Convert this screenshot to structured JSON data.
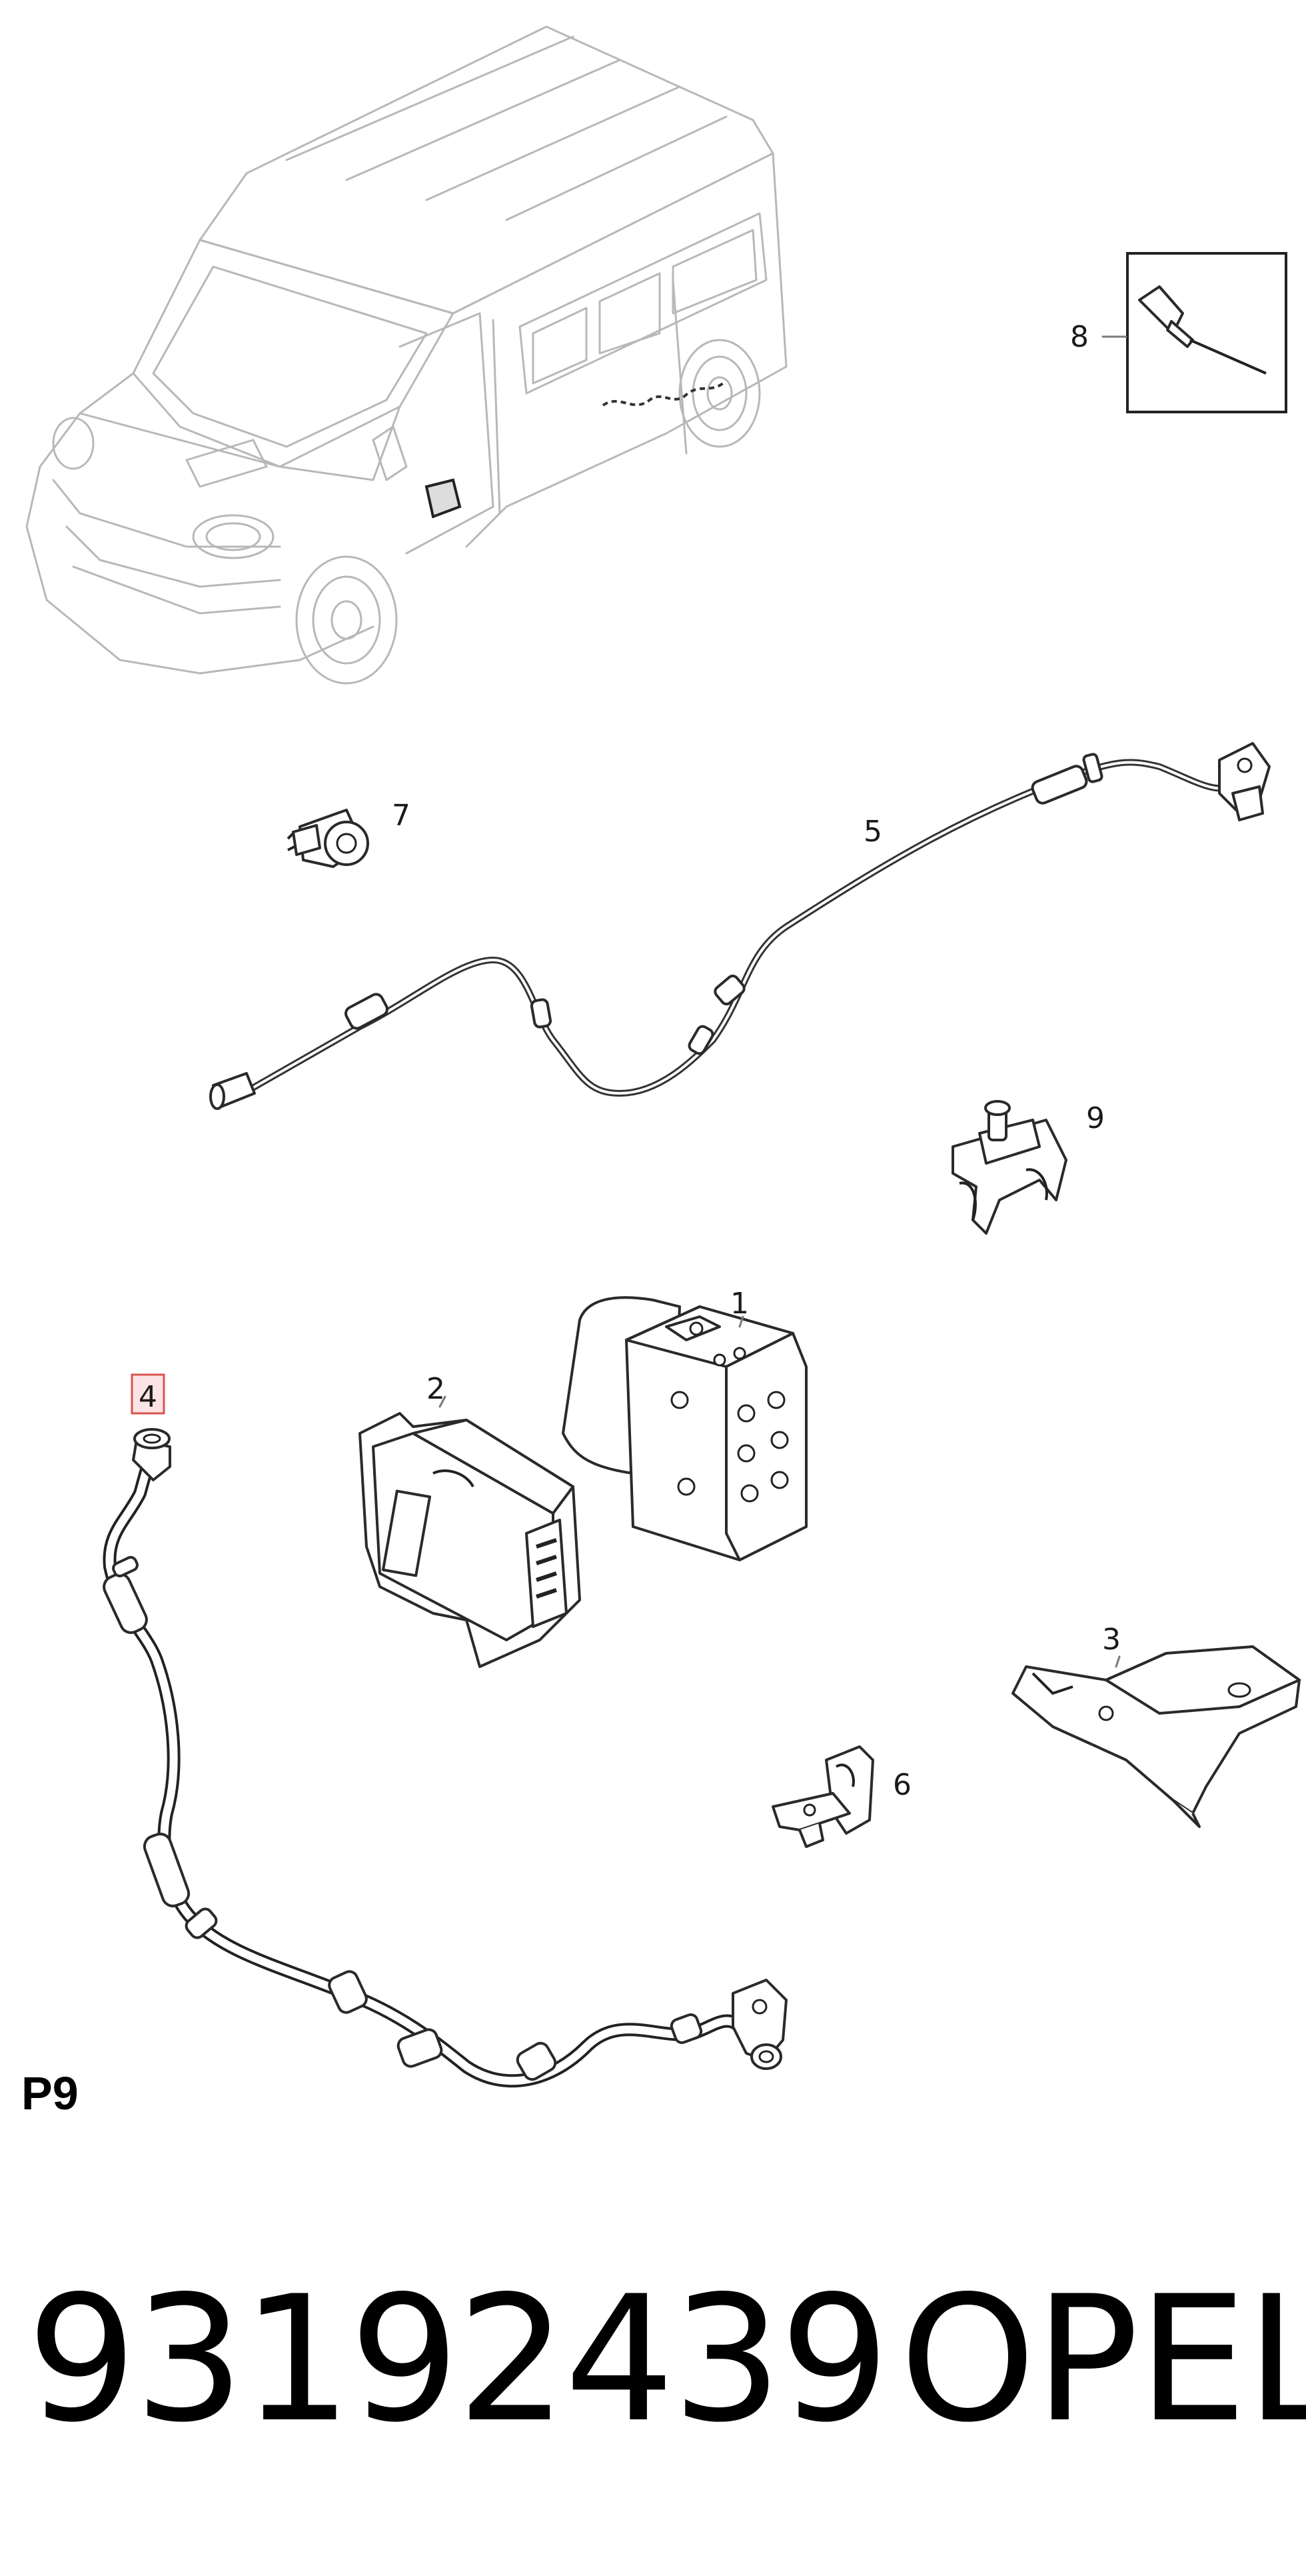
{
  "callouts": {
    "c1": "1",
    "c2": "2",
    "c3": "3",
    "c4": "4",
    "c5": "5",
    "c6": "6",
    "c7": "7",
    "c8": "8",
    "c9": "9"
  },
  "highlight_color": "#d9534f",
  "page_label": "P9",
  "part_number": "93192439",
  "brand": "OPEL"
}
